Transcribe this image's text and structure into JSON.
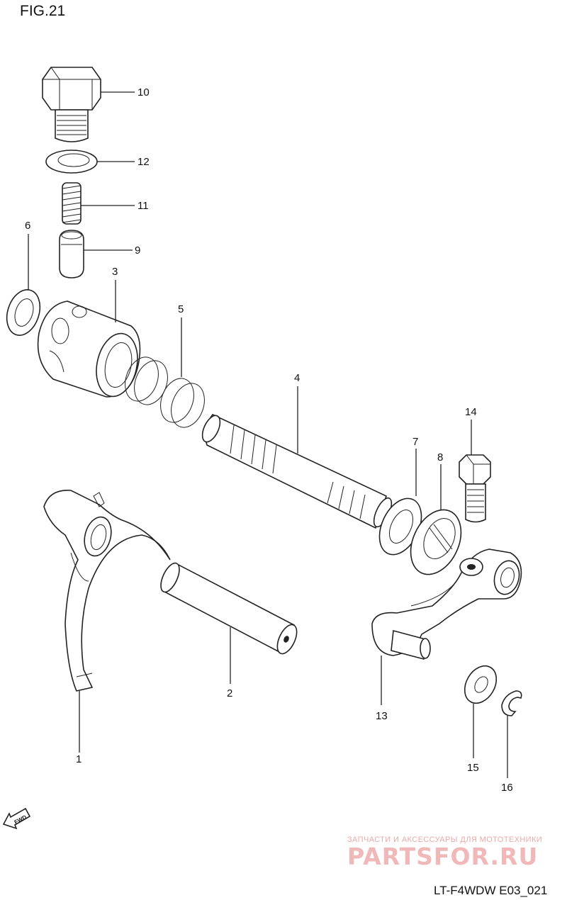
{
  "figure": {
    "title": "FIG.21",
    "code": "LT-F4WDW E03_021",
    "fwd_label": "FWD"
  },
  "parts": [
    {
      "number": "1"
    },
    {
      "number": "2"
    },
    {
      "number": "3"
    },
    {
      "number": "4"
    },
    {
      "number": "5"
    },
    {
      "number": "6"
    },
    {
      "number": "7"
    },
    {
      "number": "8"
    },
    {
      "number": "9"
    },
    {
      "number": "10"
    },
    {
      "number": "11"
    },
    {
      "number": "12"
    },
    {
      "number": "13"
    },
    {
      "number": "14"
    },
    {
      "number": "15"
    },
    {
      "number": "16"
    }
  ],
  "watermark": {
    "tagline": "ЗАПЧАСТИ И АКСЕССУАРЫ ДЛЯ МОТОТЕХНИКИ",
    "brand": "PARTSFOR.RU"
  }
}
